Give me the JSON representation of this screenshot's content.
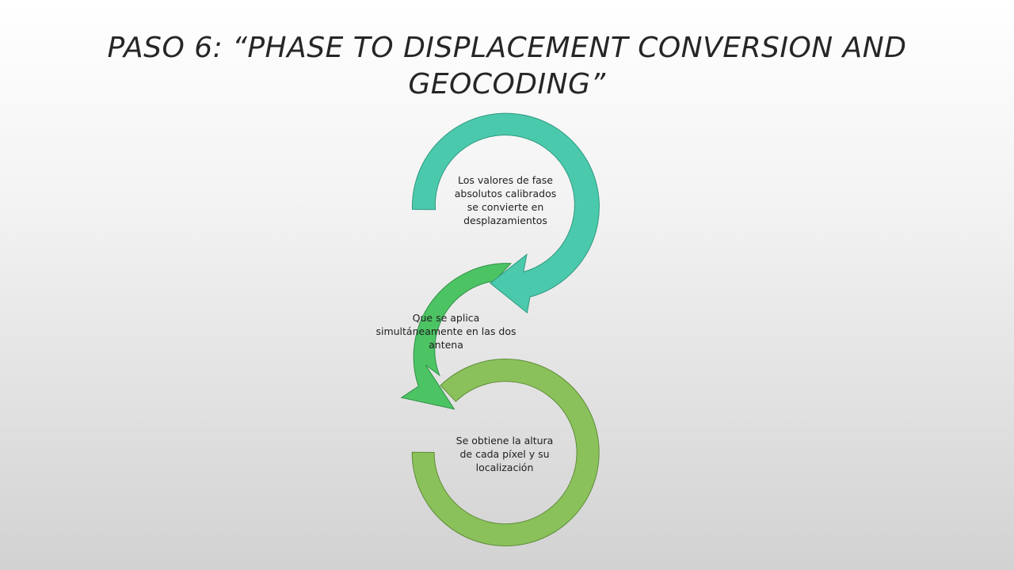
{
  "slide": {
    "title_line1": "Paso 6: “Phase to displacement conversion and",
    "title_line2": "geocoding”"
  },
  "steps": [
    {
      "lines": [
        "Los valores de fase",
        "absolutos calibrados",
        "se convierte en",
        "desplazamientos"
      ],
      "color": "#4bc9ac"
    },
    {
      "lines": [
        "Que se aplica",
        "simultáneamente en las dos",
        "antena"
      ],
      "color": "#4dc464"
    },
    {
      "lines": [
        "Se obtiene la altura",
        "de cada píxel y su",
        "localización"
      ],
      "color": "#8bc15a"
    }
  ]
}
